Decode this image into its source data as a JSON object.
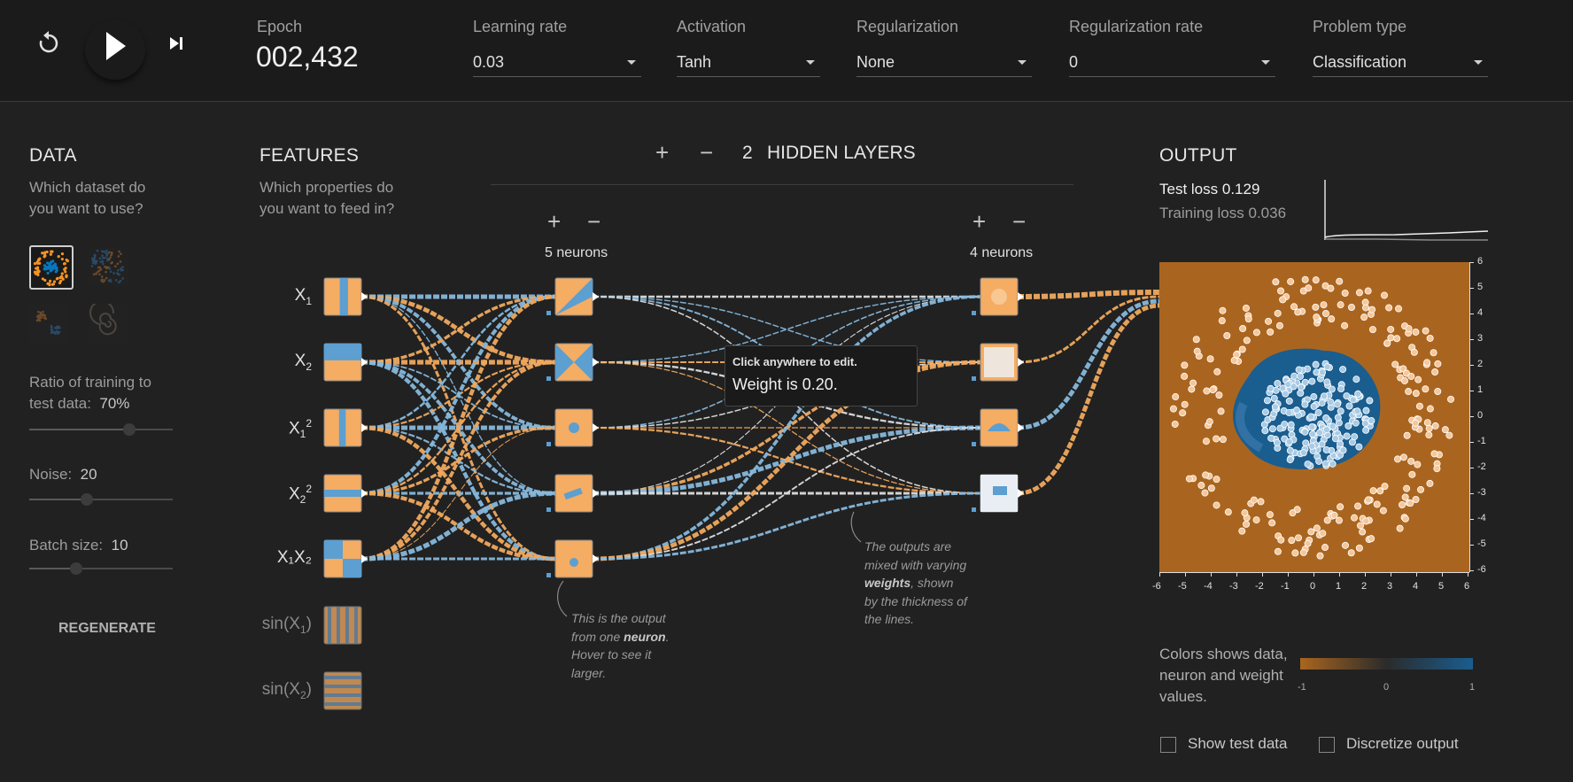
{
  "controls": {
    "reset_icon": "reset-icon",
    "play_icon": "play-icon",
    "step_icon": "step-forward-icon"
  },
  "epoch": {
    "label": "Epoch",
    "value": "002,432"
  },
  "learning_rate": {
    "label": "Learning rate",
    "value": "0.03"
  },
  "activation": {
    "label": "Activation",
    "value": "Tanh"
  },
  "regularization": {
    "label": "Regularization",
    "value": "None"
  },
  "regularization_rate": {
    "label": "Regularization rate",
    "value": "0"
  },
  "problem_type": {
    "label": "Problem type",
    "value": "Classification"
  },
  "data": {
    "heading": "DATA",
    "question": "Which dataset do you want to use?",
    "ratio_label": "Ratio of training to test data:",
    "ratio_value": "70%",
    "ratio_fraction": 0.7,
    "noise_label": "Noise:",
    "noise_value": "20",
    "noise_fraction": 0.4,
    "batch_label": "Batch size:",
    "batch_value": "10",
    "batch_fraction": 0.33,
    "regenerate": "REGENERATE",
    "datasets": [
      "circle",
      "xor",
      "gaussian",
      "spiral"
    ],
    "selected_dataset": "circle"
  },
  "features": {
    "heading": "FEATURES",
    "question": "Which properties do you want to feed in?",
    "items": [
      {
        "base": "X",
        "sub": "1",
        "sup": "",
        "active": true
      },
      {
        "base": "X",
        "sub": "2",
        "sup": "",
        "active": true
      },
      {
        "base": "X",
        "sub": "1",
        "sup": "2",
        "active": true
      },
      {
        "base": "X",
        "sub": "2",
        "sup": "2",
        "active": true
      },
      {
        "base": "X₁X₂",
        "sub": "",
        "sup": "",
        "active": true
      },
      {
        "base": "sin(X",
        "sub": "1",
        "sup": "",
        "tail": ")",
        "active": false
      },
      {
        "base": "sin(X",
        "sub": "2",
        "sup": "",
        "tail": ")",
        "active": false
      }
    ]
  },
  "network": {
    "plus": "+",
    "minus": "−",
    "hidden_layers_count": "2",
    "hidden_layers_label": "HIDDEN LAYERS",
    "layer1_neurons": "5 neurons",
    "layer2_neurons": "4 neurons",
    "tooltip_hint": "Click anywhere to edit.",
    "tooltip_weight": "Weight is 0.20.",
    "note_neuron_1": "This is the output",
    "note_neuron_2": "from one ",
    "note_neuron_bold": "neuron",
    "note_neuron_3": ". Hover to see it",
    "note_neuron_4": "larger.",
    "note_weights_1": "The outputs are",
    "note_weights_2": "mixed with varying",
    "note_weights_bold": "weights",
    "note_weights_3": ", shown",
    "note_weights_4": "by the thickness of",
    "note_weights_5": "the lines."
  },
  "output": {
    "heading": "OUTPUT",
    "test_loss_label": "Test loss",
    "test_loss_value": "0.129",
    "training_loss_label": "Training loss",
    "training_loss_value": "0.036",
    "axis_ticks": [
      "6",
      "5",
      "4",
      "3",
      "2",
      "1",
      "0",
      "-1",
      "-2",
      "-3",
      "-4",
      "-5",
      "-6"
    ],
    "x_ticks": [
      "-6",
      "-5",
      "-4",
      "-3",
      "-2",
      "-1",
      "0",
      "1",
      "2",
      "3",
      "4",
      "5",
      "6"
    ],
    "legend_text": "Colors shows data, neuron and weight values.",
    "legend_min": "-1",
    "legend_mid": "0",
    "legend_max": "1",
    "show_test_data": "Show test data",
    "discretize_output": "Discretize output",
    "colors": {
      "orange": "#f59322",
      "blue": "#0877bd",
      "bg_orange": "#a9651f",
      "bg_blue": "#1a5d8f"
    }
  }
}
